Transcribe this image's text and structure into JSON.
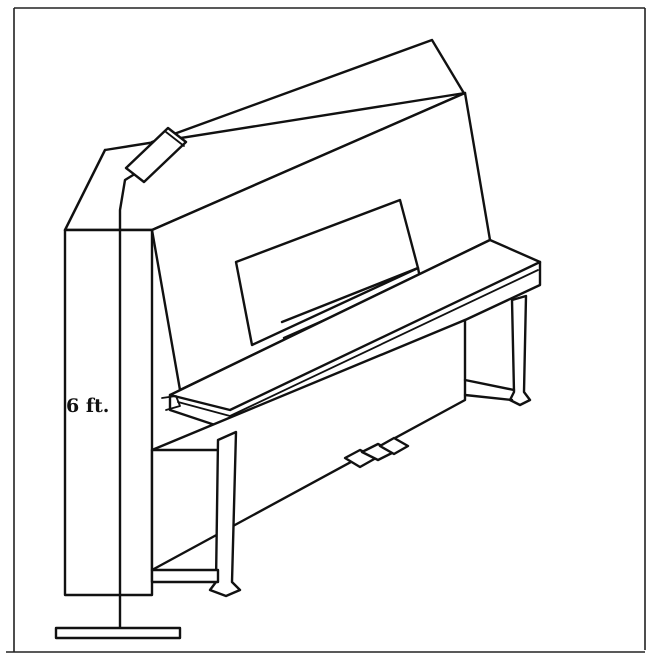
{
  "figure": {
    "height_label": "6 ft.",
    "ink_color": "#111111",
    "background_color": "#ffffff",
    "subject": "upright-piano",
    "microphone": "boom-stand-microphone"
  }
}
